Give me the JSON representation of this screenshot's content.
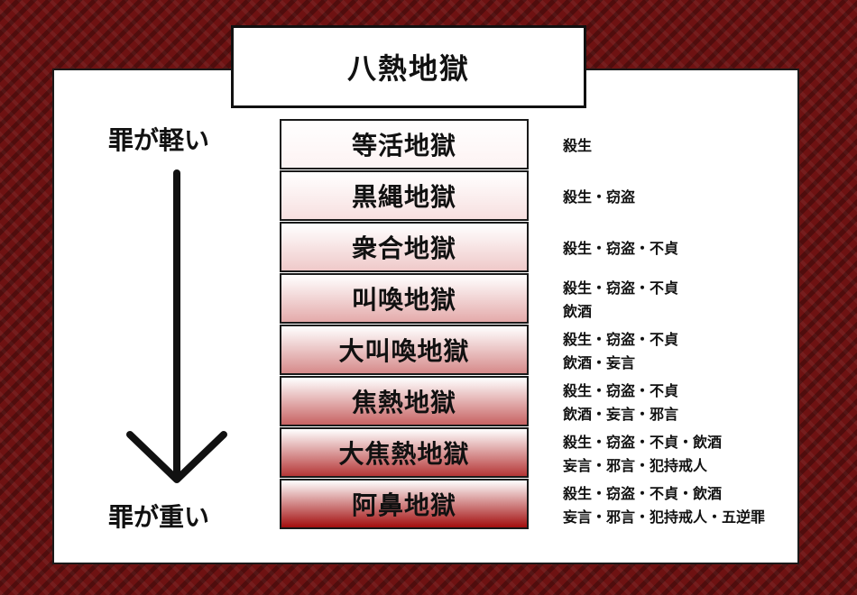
{
  "title": "八熱地獄",
  "axis": {
    "light_label": "罪が軽い",
    "heavy_label": "罪が重い"
  },
  "levels": [
    {
      "name": "等活地獄",
      "sins": [
        "殺生"
      ],
      "color": "#fdf3f3"
    },
    {
      "name": "黒縄地獄",
      "sins": [
        "殺生・窃盗"
      ],
      "color": "#f7e0e0"
    },
    {
      "name": "衆合地獄",
      "sins": [
        "殺生・窃盗・不貞"
      ],
      "color": "#efc9c9"
    },
    {
      "name": "叫喚地獄",
      "sins": [
        "殺生・窃盗・不貞",
        "飲酒"
      ],
      "color": "#e4aaaa"
    },
    {
      "name": "大叫喚地獄",
      "sins": [
        "殺生・窃盗・不貞",
        "飲酒・妄言"
      ],
      "color": "#d68a8a"
    },
    {
      "name": "焦熱地獄",
      "sins": [
        "殺生・窃盗・不貞",
        "飲酒・妄言・邪言"
      ],
      "color": "#c76262"
    },
    {
      "name": "大焦熱地獄",
      "sins": [
        "殺生・窃盗・不貞・飲酒",
        "妄言・邪言・犯持戒人"
      ],
      "color": "#b53636"
    },
    {
      "name": "阿鼻地獄",
      "sins": [
        "殺生・窃盗・不貞・飲酒",
        "妄言・邪言・犯持戒人・五逆罪"
      ],
      "color": "#a30e0e"
    }
  ]
}
